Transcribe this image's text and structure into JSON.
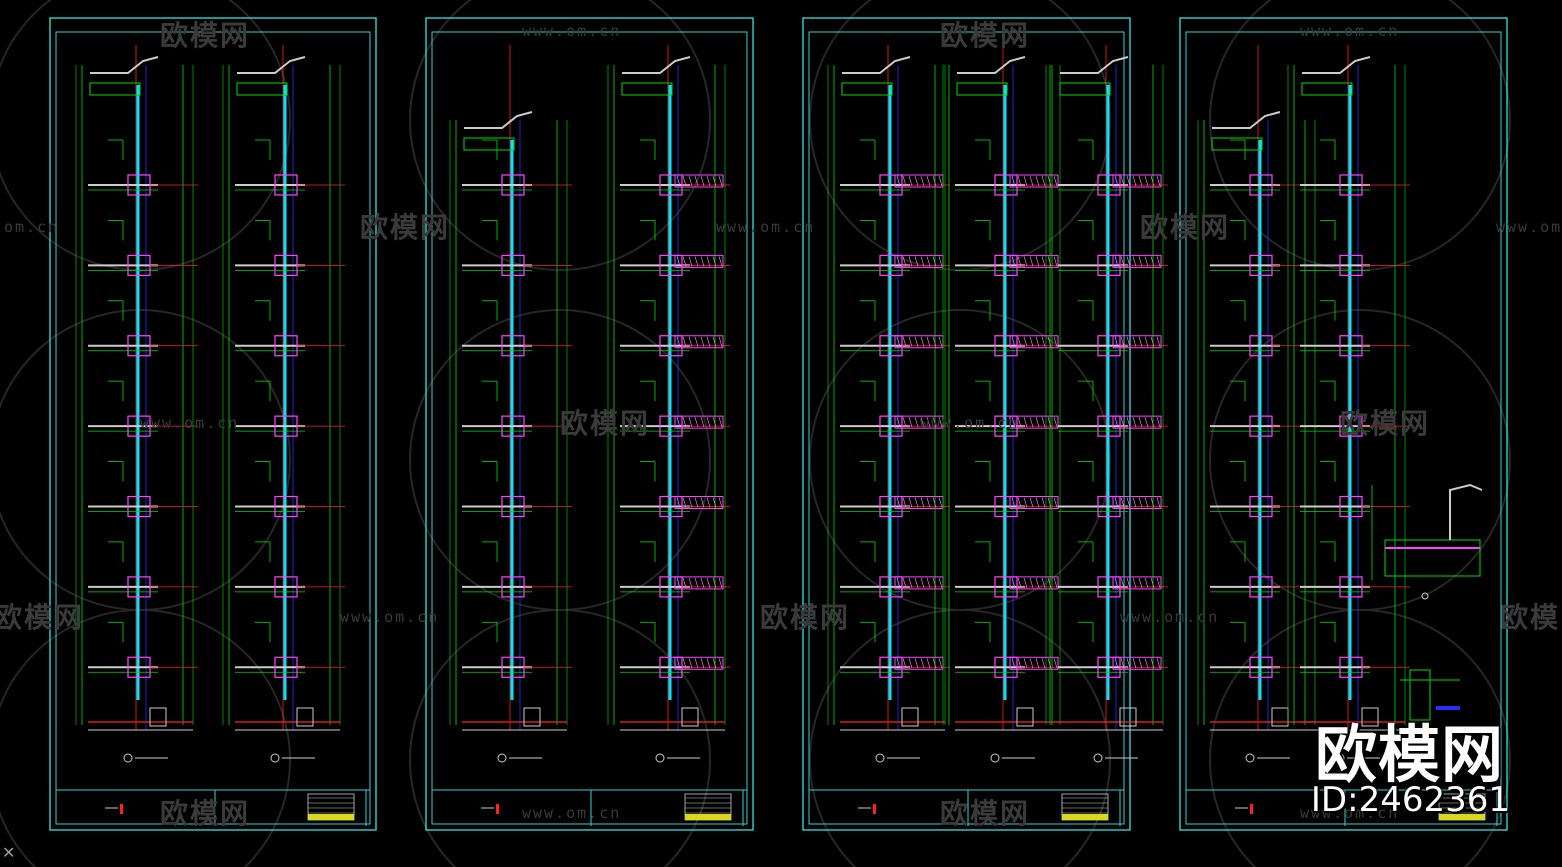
{
  "watermark": {
    "brand": "欧模网",
    "url": "www.om.cn",
    "url_short": "om.cn"
  },
  "footer": {
    "brand": "欧模网",
    "id_label": "ID:2462361"
  },
  "drawing": {
    "sheet_count": 4,
    "colors": {
      "background": "#000000",
      "frame": "#2fd3d3",
      "wall": "#00dd00",
      "grid": "#ff2020",
      "glass": "#00e5ff",
      "slab": "#ff44ff",
      "dimension": "#2b2bff",
      "hatch": "#cccccc",
      "watermark": "#3a3a3a"
    },
    "sheets": [
      {
        "sections": 2,
        "floors": 7
      },
      {
        "sections": 2,
        "floors": 7
      },
      {
        "sections": 3,
        "floors": 7
      },
      {
        "sections": 2,
        "floors": 7,
        "details": 2
      }
    ]
  }
}
